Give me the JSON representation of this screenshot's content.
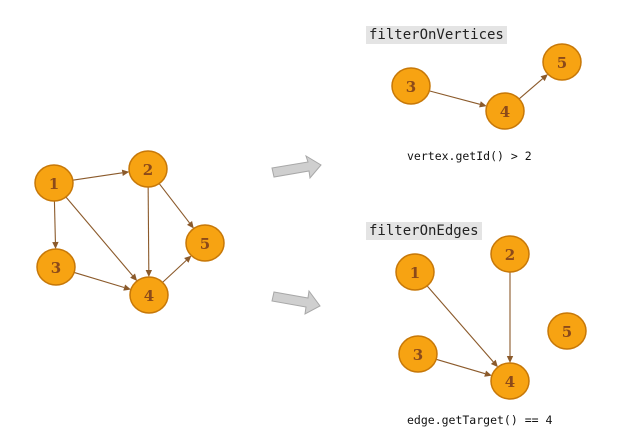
{
  "colors": {
    "node_fill": "#f7a312",
    "node_stroke": "#c77808",
    "node_text": "#8b4a1a",
    "edge": "#8b5a2b",
    "transform_arrow": "#cfcfcf"
  },
  "panels": {
    "vertices": {
      "title": "filterOnVertices",
      "caption": "vertex.getId() > 2"
    },
    "edges": {
      "title": "filterOnEdges",
      "caption": "edge.getTarget() == 4"
    }
  },
  "graphs": {
    "original": {
      "nodes": [
        {
          "id": "1",
          "label": "1"
        },
        {
          "id": "2",
          "label": "2"
        },
        {
          "id": "3",
          "label": "3"
        },
        {
          "id": "4",
          "label": "4"
        },
        {
          "id": "5",
          "label": "5"
        }
      ],
      "edges": [
        {
          "from": "1",
          "to": "2"
        },
        {
          "from": "1",
          "to": "3"
        },
        {
          "from": "1",
          "to": "4"
        },
        {
          "from": "2",
          "to": "4"
        },
        {
          "from": "2",
          "to": "5"
        },
        {
          "from": "3",
          "to": "4"
        },
        {
          "from": "4",
          "to": "5"
        }
      ]
    },
    "filter_on_vertices": {
      "nodes": [
        {
          "id": "3",
          "label": "3"
        },
        {
          "id": "4",
          "label": "4"
        },
        {
          "id": "5",
          "label": "5"
        }
      ],
      "edges": [
        {
          "from": "3",
          "to": "4"
        },
        {
          "from": "4",
          "to": "5"
        }
      ]
    },
    "filter_on_edges": {
      "nodes": [
        {
          "id": "1",
          "label": "1"
        },
        {
          "id": "2",
          "label": "2"
        },
        {
          "id": "3",
          "label": "3"
        },
        {
          "id": "4",
          "label": "4"
        },
        {
          "id": "5",
          "label": "5"
        }
      ],
      "edges": [
        {
          "from": "1",
          "to": "4"
        },
        {
          "from": "2",
          "to": "4"
        },
        {
          "from": "3",
          "to": "4"
        }
      ]
    }
  }
}
